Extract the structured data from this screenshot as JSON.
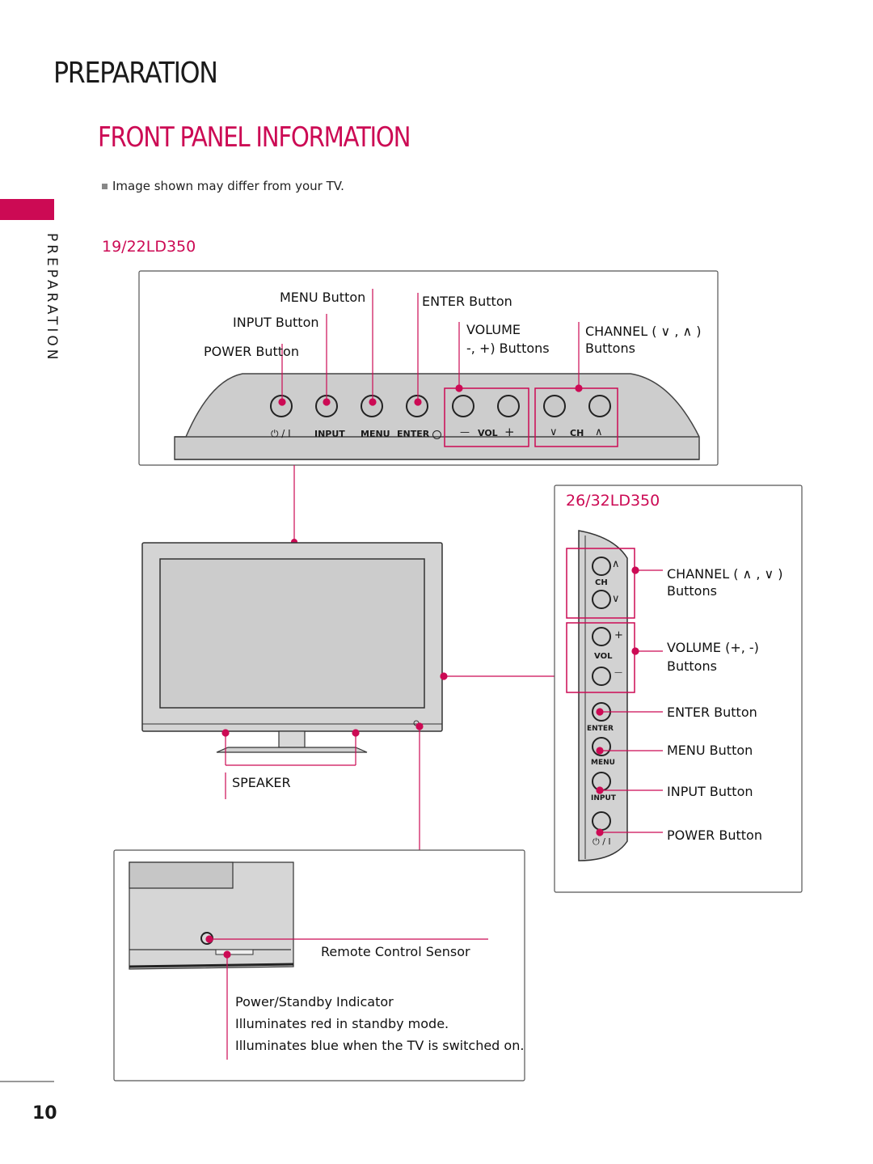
{
  "header": {
    "section": "PREPARATION",
    "title": "FRONT PANEL INFORMATION"
  },
  "note": "Image shown may differ from your TV.",
  "side_tab": {
    "label": "PREPARATION"
  },
  "model_small": {
    "name": "19/22LD350",
    "labels": {
      "menu": "MENU Button",
      "input": "INPUT Button",
      "power": "POWER Button",
      "enter": "ENTER Button",
      "volume_1": "VOLUME",
      "volume_2": "-, +) Buttons",
      "channel_1": "CHANNEL ( ∨ , ∧ )",
      "channel_2": "Buttons"
    },
    "panel_text": {
      "power": "⏻ / I",
      "input": "INPUT",
      "menu": "MENU",
      "enter": "ENTER",
      "vol_minus": "—",
      "vol": "VOL",
      "vol_plus": "+",
      "ch_down": "∨",
      "ch": "CH",
      "ch_up": "∧"
    }
  },
  "model_large": {
    "name": "26/32LD350",
    "labels": {
      "channel_1": "CHANNEL ( ∧ , ∨ )",
      "channel_2": "Buttons",
      "volume_1": "VOLUME (+, -)",
      "volume_2": "Buttons",
      "enter": "ENTER Button",
      "menu": "MENU Button",
      "input": "INPUT Button",
      "power": "POWER Button"
    },
    "panel_text": {
      "ch_up": "∧",
      "ch": "CH",
      "ch_down": "∨",
      "vol_plus": "+",
      "vol": "VOL",
      "vol_minus": "—",
      "enter": "ENTER",
      "menu": "MENU",
      "input": "INPUT",
      "power": "⏻ / I"
    }
  },
  "tv": {
    "speaker_label": "SPEAKER"
  },
  "detail": {
    "sensor": "Remote Control Sensor",
    "indicator_title": "Power/Standby Indicator",
    "line1": "Illuminates red in standby mode.",
    "line2": "Illuminates blue when the TV is switched on."
  },
  "page_number": "10",
  "colors": {
    "accent": "#cc0a54",
    "panel_gray": "#c9c9c9",
    "screen": "#cccccc"
  }
}
